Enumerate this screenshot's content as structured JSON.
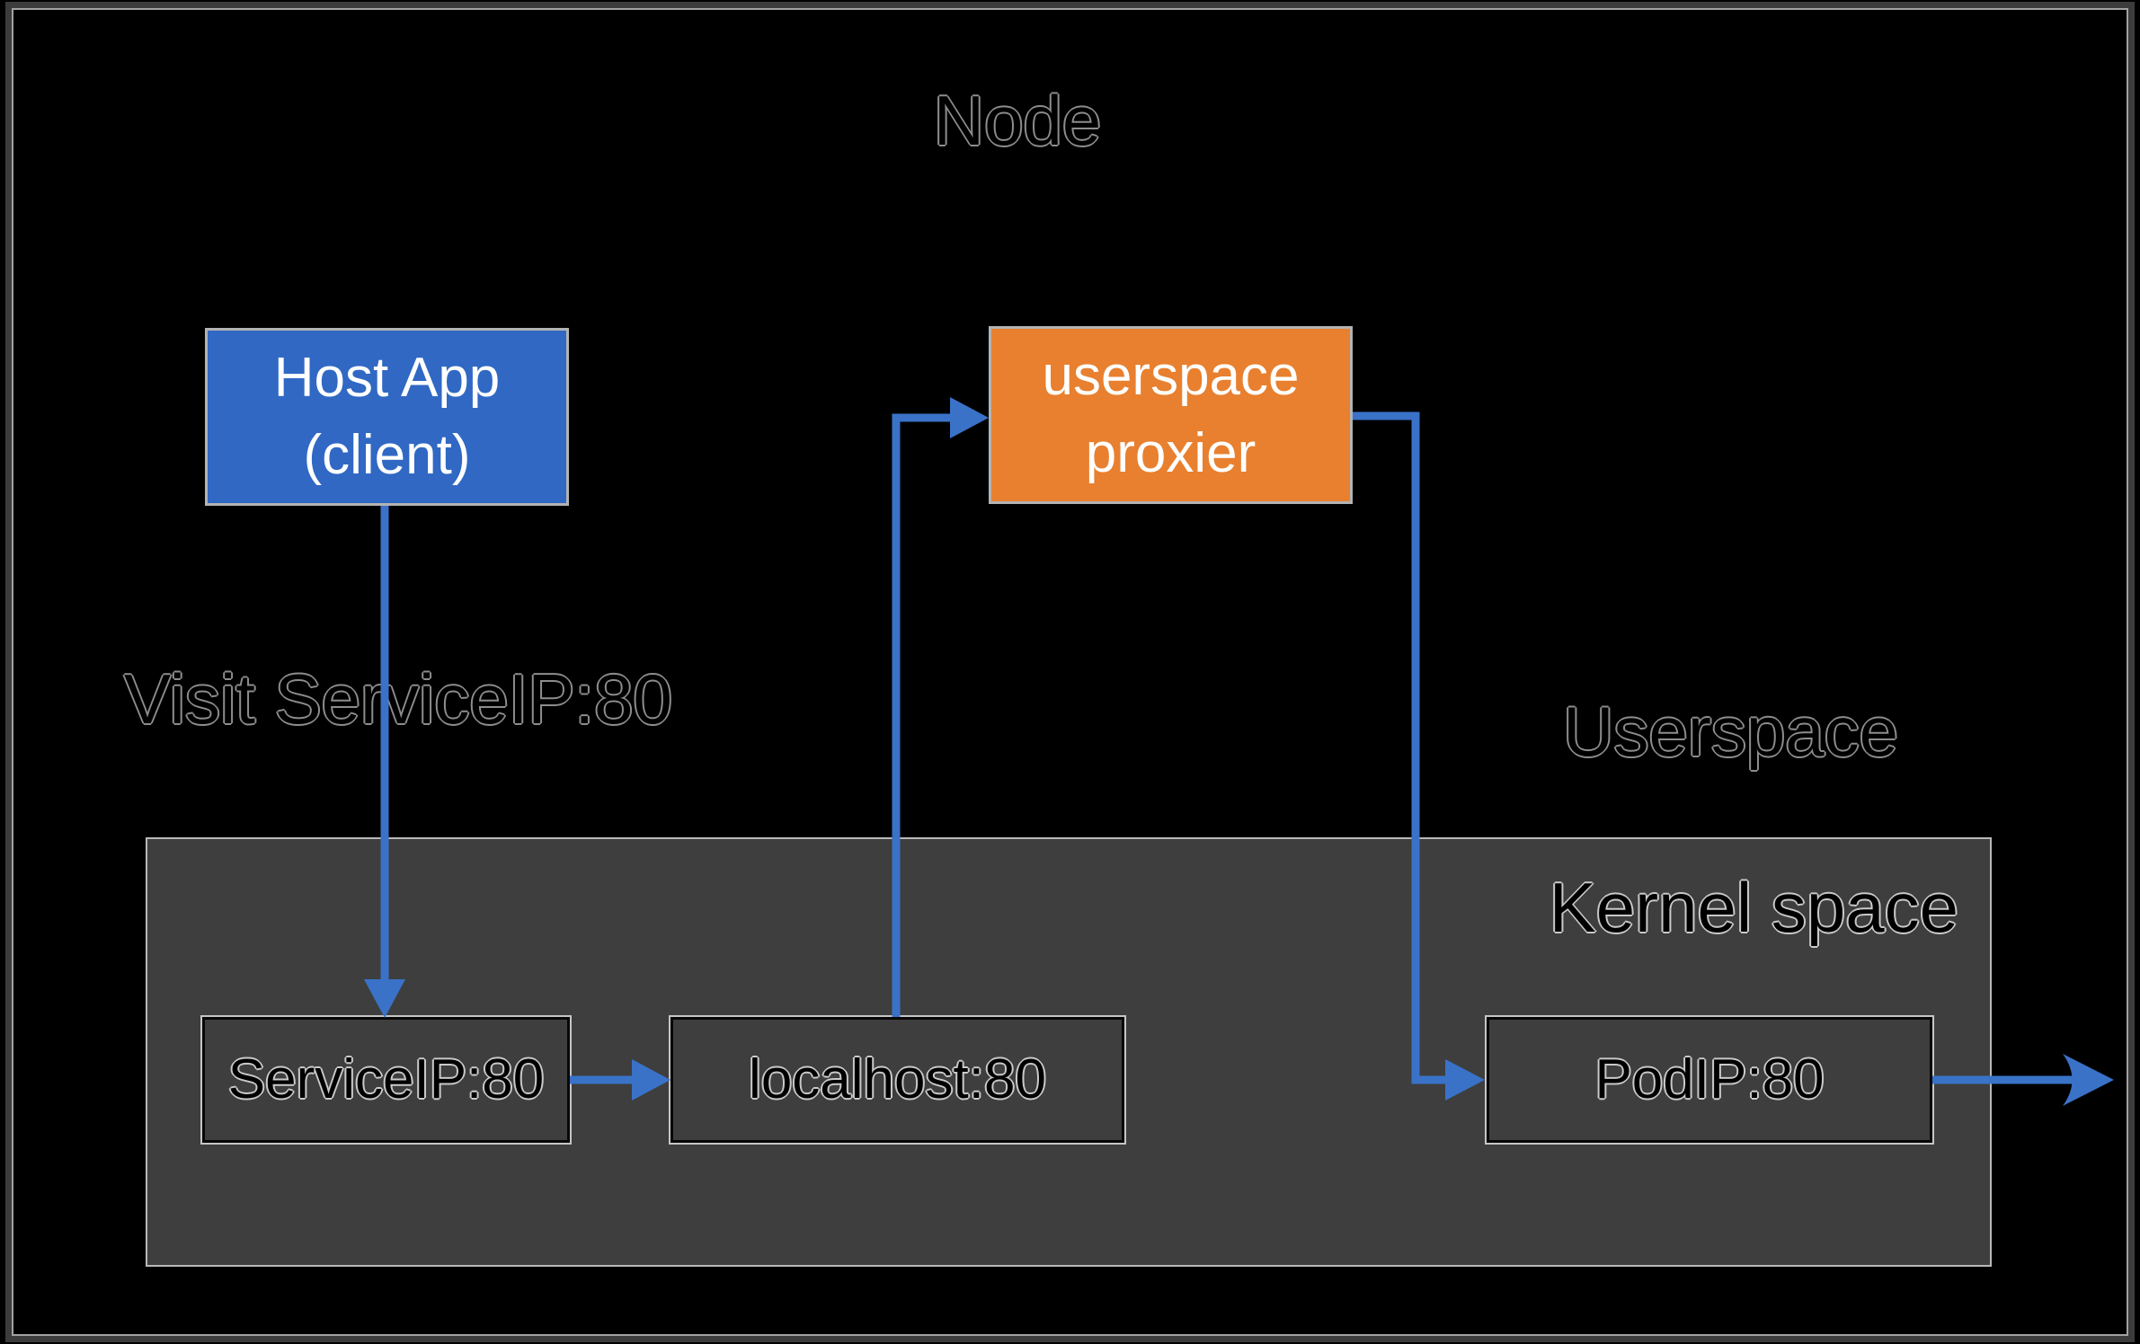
{
  "colors": {
    "background": "#000000",
    "frame_gray": "#3c3c3c",
    "frame_highlight": "#a2a2a2",
    "kernel_bg": "#3e3e3e",
    "kernel_border": "#b9b9b9",
    "solid_box_border": "#b3b3b3",
    "host_app_blue": "#3068c4",
    "proxier_orange": "#e8802f",
    "arrow_blue": "#3a72c8",
    "box_text_white": "#ffffff",
    "outline_text_fill": "#000000",
    "outline_on_black": "#8d8d8d",
    "outline_on_gray": "#c9c9c9",
    "inner_box_border": "#070707",
    "inner_box_halo": "#c6c6c6"
  },
  "labels": {
    "node": "Node",
    "visit": "Visit ServiceIP:80",
    "userspace": "Userspace",
    "kernel_space": "Kernel space"
  },
  "boxes": {
    "host_app": {
      "line1": "Host App",
      "line2": "(client)"
    },
    "userspace_proxier": {
      "line1": "userspace",
      "line2": "proxier"
    },
    "service_ip": {
      "label": "ServiceIP:80"
    },
    "localhost": {
      "label": "localhost:80"
    },
    "pod_ip": {
      "label": "PodIP:80"
    }
  }
}
